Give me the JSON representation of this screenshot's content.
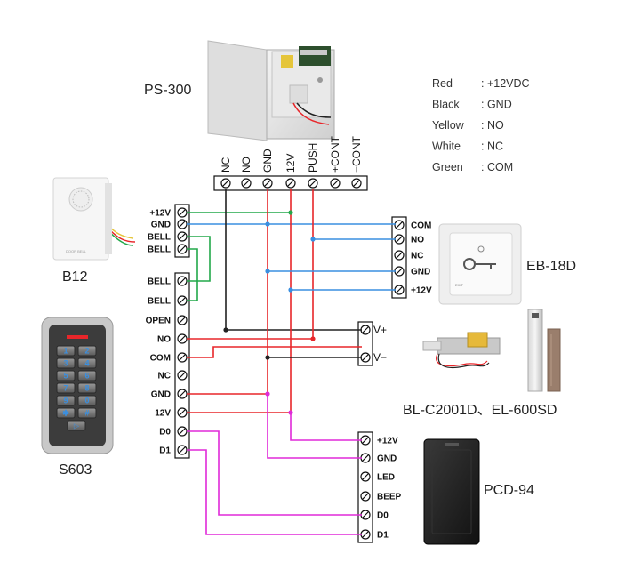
{
  "devices": {
    "ps300": "PS-300",
    "b12": "B12",
    "s603": "S603",
    "eb18d": "EB-18D",
    "locks": "BL-C2001D、EL-600SD",
    "pcd94": "PCD-94"
  },
  "legend": [
    {
      "color": "Red",
      "meaning": ": +12VDC"
    },
    {
      "color": "Black",
      "meaning": ": GND"
    },
    {
      "color": "Yellow",
      "meaning": ": NO"
    },
    {
      "color": "White",
      "meaning": ": NC"
    },
    {
      "color": "Green",
      "meaning": ": COM"
    }
  ],
  "ps300_terminals": [
    "NC",
    "NO",
    "GND",
    "12V",
    "PUSH",
    "+CONT",
    "−CONT"
  ],
  "b12_terminals": [
    "+12V",
    "GND",
    "BELL",
    "BELL"
  ],
  "s603_terminals": [
    "BELL",
    "BELL",
    "OPEN",
    "NO",
    "COM",
    "NC",
    "GND",
    "12V",
    "D0",
    "D1"
  ],
  "eb18d_terminals": [
    "COM",
    "NO",
    "NC",
    "GND",
    "+12V"
  ],
  "lock_terminals": [
    "V+",
    "V−"
  ],
  "pcd94_terminals": [
    "+12V",
    "GND",
    "LED",
    "BEEP",
    "D0",
    "D1"
  ],
  "keypad_keys": [
    "1",
    "2",
    "3",
    "4",
    "5",
    "6",
    "7",
    "8",
    "9",
    "0",
    "✱",
    "#",
    "▷"
  ],
  "bell_small_text": "DOOR BELL",
  "button_small_text": "EXIT",
  "wire_colors": {
    "red": "#e8262a",
    "black": "#222222",
    "green": "#22a84a",
    "blue": "#3a8fe0",
    "magenta": "#e02ad8"
  }
}
